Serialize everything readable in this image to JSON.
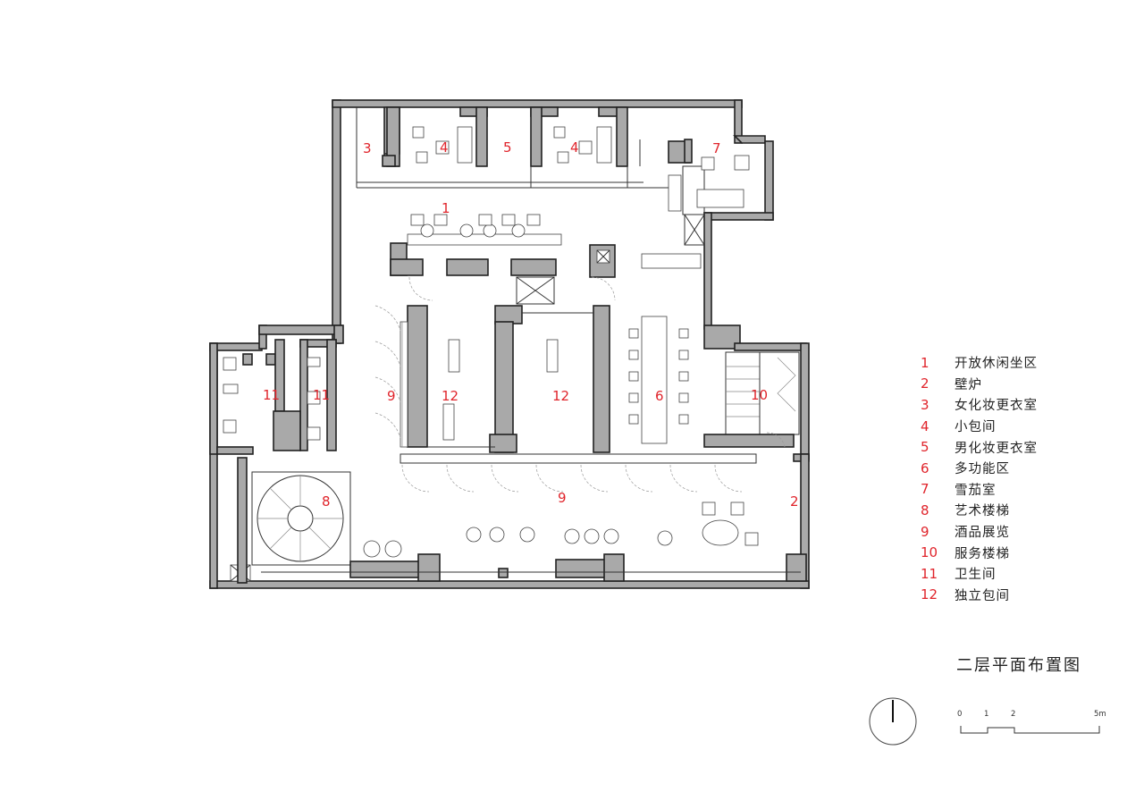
{
  "title": "二层平面布置图",
  "legend": [
    {
      "num": "1",
      "label": "开放休闲坐区"
    },
    {
      "num": "2",
      "label": "壁炉"
    },
    {
      "num": "3",
      "label": "女化妆更衣室"
    },
    {
      "num": "4",
      "label": "小包间"
    },
    {
      "num": "5",
      "label": "男化妆更衣室"
    },
    {
      "num": "6",
      "label": "多功能区"
    },
    {
      "num": "7",
      "label": "雪茄室"
    },
    {
      "num": "8",
      "label": "艺术楼梯"
    },
    {
      "num": "9",
      "label": "酒品展览"
    },
    {
      "num": "10",
      "label": "服务楼梯"
    },
    {
      "num": "11",
      "label": "卫生间"
    },
    {
      "num": "12",
      "label": "独立包间"
    }
  ],
  "room_labels": [
    "3",
    "4",
    "5",
    "4",
    "7",
    "1",
    "9",
    "12",
    "12",
    "6",
    "10",
    "11",
    "11",
    "9",
    "2",
    "8"
  ],
  "scale": {
    "ticks": [
      "0",
      "1",
      "2",
      "5m"
    ]
  },
  "colors": {
    "wall_fill": "#a9a9a9",
    "label_red": "#e0242b",
    "line": "#333333"
  },
  "icons": {
    "north_arrow": "north-arrow-icon"
  }
}
